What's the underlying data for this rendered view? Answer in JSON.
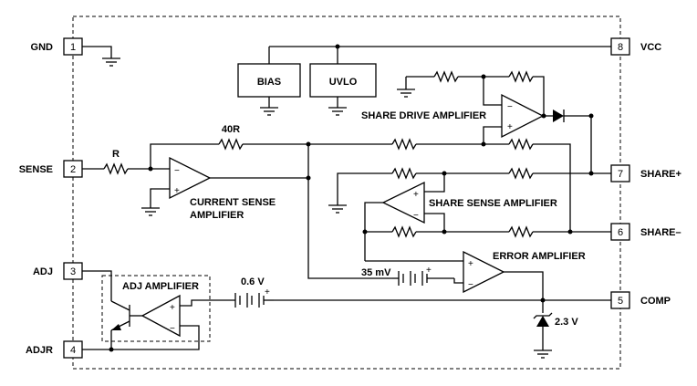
{
  "pins": [
    {
      "number": "1",
      "name": "GND"
    },
    {
      "number": "2",
      "name": "SENSE"
    },
    {
      "number": "3",
      "name": "ADJ"
    },
    {
      "number": "4",
      "name": "ADJR"
    },
    {
      "number": "5",
      "name": "COMP"
    },
    {
      "number": "6",
      "name": "SHARE–"
    },
    {
      "number": "7",
      "name": "SHARE+"
    },
    {
      "number": "8",
      "name": "VCC"
    }
  ],
  "blocks": {
    "bias": "BIAS",
    "uvlo": "UVLO"
  },
  "amplifiers": {
    "share_drive": "SHARE DRIVE AMPLIFIER",
    "current_sense_line1": "CURRENT SENSE",
    "current_sense_line2": "AMPLIFIER",
    "share_sense": "SHARE SENSE AMPLIFIER",
    "error": "ERROR AMPLIFIER",
    "adj": "ADJ AMPLIFIER"
  },
  "components": {
    "sense_resistor": "R",
    "feedback_resistor": "40R",
    "ref_0_6": "0.6 V",
    "ref_35mv": "35 mV",
    "zener": "2.3 V"
  },
  "signs": {
    "plus": "+",
    "minus": "−"
  }
}
